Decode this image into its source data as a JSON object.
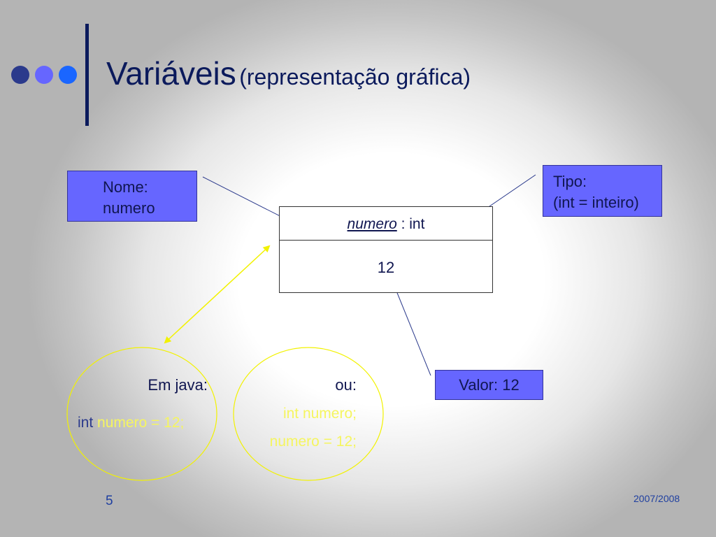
{
  "slide": {
    "title_main": "Variáveis",
    "title_sub": "(representação gráfica)",
    "page_number": "5",
    "year": "2007/2008",
    "bullet_colors": [
      "#2b3a8c",
      "#6666ff",
      "#1a66ff"
    ]
  },
  "callouts": {
    "nome": {
      "line1": "Nome:",
      "line2": "numero"
    },
    "tipo": {
      "line1": "Tipo:",
      "line2": "(int = inteiro)"
    },
    "valor": {
      "label": "Valor: 12"
    }
  },
  "variable_box": {
    "name": "numero",
    "type_suffix": " : int",
    "value": "12"
  },
  "java_example": {
    "heading": "Em java:",
    "code_keyword": "int",
    "code_rest": " numero = 12;"
  },
  "alt_example": {
    "heading": "ou:",
    "line1": "int numero;",
    "line2": "numero = 12;"
  }
}
